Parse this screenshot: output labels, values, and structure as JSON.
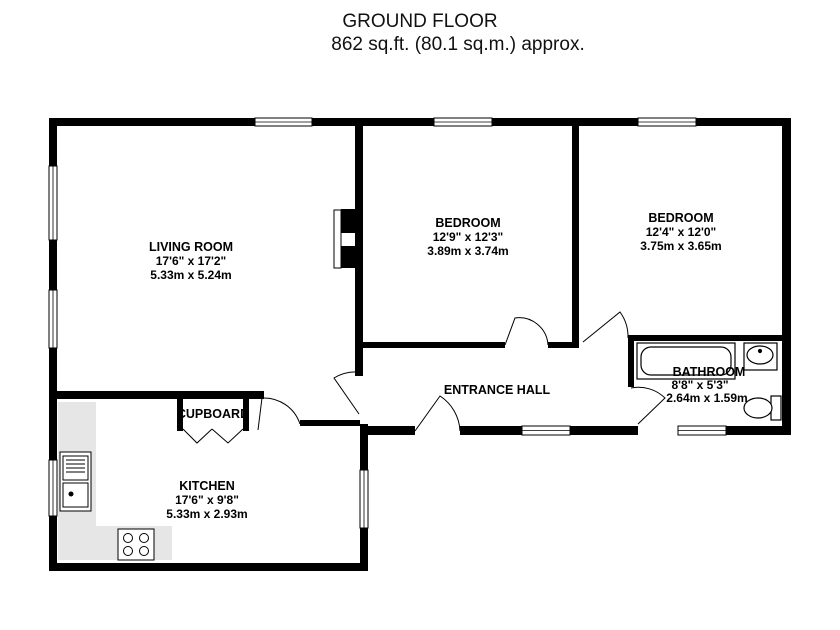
{
  "header": {
    "title": "GROUND FLOOR",
    "subtitle": "862 sq.ft. (80.1 sq.m.) approx."
  },
  "rooms": {
    "living": {
      "name": "LIVING ROOM",
      "imperial": "17'6\"  x 17'2\"",
      "metric": "5.33m  x 5.24m"
    },
    "bedroom1": {
      "name": "BEDROOM",
      "imperial": "12'9\"  x 12'3\"",
      "metric": "3.89m  x 3.74m"
    },
    "bedroom2": {
      "name": "BEDROOM",
      "imperial": "12'4\"  x 12'0\"",
      "metric": "3.75m  x 3.65m"
    },
    "bathroom": {
      "name": "BATHROOM",
      "imperial": "8'8\"  x 5'3\"",
      "metric": "2.64m  x 1.59m"
    },
    "kitchen": {
      "name": "KITCHEN",
      "imperial": "17'6\"  x 9'8\"",
      "metric": "5.33m  x 2.93m"
    },
    "hall": {
      "name": "ENTRANCE HALL"
    },
    "cupboard": {
      "name": "CUPBOARD"
    }
  },
  "colors": {
    "wall": "#000000",
    "counter": "#e6e6e6",
    "background": "#ffffff"
  }
}
